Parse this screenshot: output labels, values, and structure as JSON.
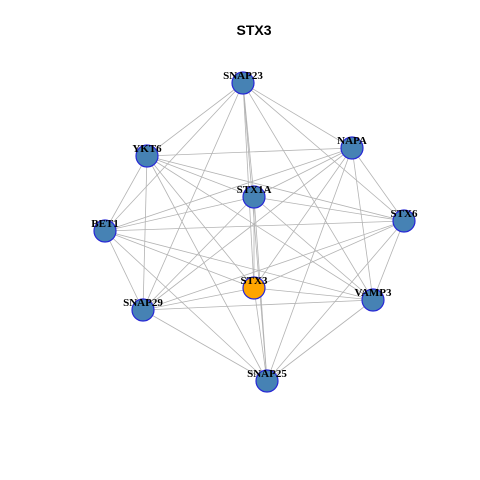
{
  "title": "STX3",
  "colors": {
    "node_default": "#4682b4",
    "node_highlight": "#ffa500",
    "node_border": "#2727d6",
    "edge": "#b3b3b3"
  },
  "nodes": [
    {
      "id": "SNAP23",
      "label": "SNAP23",
      "highlight": false
    },
    {
      "id": "NAPA",
      "label": "NAPA",
      "highlight": false
    },
    {
      "id": "YKT6",
      "label": "YKT6",
      "highlight": false
    },
    {
      "id": "STX1A",
      "label": "STX1A",
      "highlight": false
    },
    {
      "id": "STX6",
      "label": "STX6",
      "highlight": false
    },
    {
      "id": "BET1",
      "label": "BET1",
      "highlight": false
    },
    {
      "id": "STX3",
      "label": "STX3",
      "highlight": true
    },
    {
      "id": "VAMP3",
      "label": "VAMP3",
      "highlight": false
    },
    {
      "id": "SNAP29",
      "label": "SNAP29",
      "highlight": false
    },
    {
      "id": "SNAP25",
      "label": "SNAP25",
      "highlight": false
    }
  ],
  "edges": [
    [
      "SNAP23",
      "YKT6"
    ],
    [
      "SNAP23",
      "NAPA"
    ],
    [
      "SNAP23",
      "STX1A"
    ],
    [
      "SNAP23",
      "STX6"
    ],
    [
      "SNAP23",
      "VAMP3"
    ],
    [
      "SNAP23",
      "STX3"
    ],
    [
      "SNAP23",
      "SNAP29"
    ],
    [
      "SNAP23",
      "BET1"
    ],
    [
      "SNAP23",
      "SNAP25"
    ],
    [
      "NAPA",
      "YKT6"
    ],
    [
      "NAPA",
      "STX1A"
    ],
    [
      "NAPA",
      "STX6"
    ],
    [
      "NAPA",
      "BET1"
    ],
    [
      "NAPA",
      "SNAP29"
    ],
    [
      "NAPA",
      "STX3"
    ],
    [
      "NAPA",
      "VAMP3"
    ],
    [
      "NAPA",
      "SNAP25"
    ],
    [
      "YKT6",
      "STX1A"
    ],
    [
      "YKT6",
      "STX6"
    ],
    [
      "YKT6",
      "BET1"
    ],
    [
      "YKT6",
      "SNAP29"
    ],
    [
      "YKT6",
      "STX3"
    ],
    [
      "YKT6",
      "VAMP3"
    ],
    [
      "YKT6",
      "SNAP25"
    ],
    [
      "STX1A",
      "BET1"
    ],
    [
      "STX1A",
      "STX6"
    ],
    [
      "STX1A",
      "STX3"
    ],
    [
      "STX1A",
      "VAMP3"
    ],
    [
      "STX1A",
      "SNAP29"
    ],
    [
      "STX1A",
      "SNAP25"
    ],
    [
      "STX6",
      "BET1"
    ],
    [
      "STX6",
      "STX3"
    ],
    [
      "STX6",
      "VAMP3"
    ],
    [
      "STX6",
      "SNAP29"
    ],
    [
      "STX6",
      "SNAP25"
    ],
    [
      "BET1",
      "SNAP29"
    ],
    [
      "BET1",
      "VAMP3"
    ],
    [
      "BET1",
      "SNAP25"
    ],
    [
      "BET1",
      "STX3"
    ],
    [
      "STX3",
      "SNAP29"
    ],
    [
      "STX3",
      "VAMP3"
    ],
    [
      "STX3",
      "SNAP25"
    ],
    [
      "VAMP3",
      "SNAP29"
    ],
    [
      "VAMP3",
      "SNAP25"
    ],
    [
      "SNAP29",
      "SNAP25"
    ]
  ]
}
